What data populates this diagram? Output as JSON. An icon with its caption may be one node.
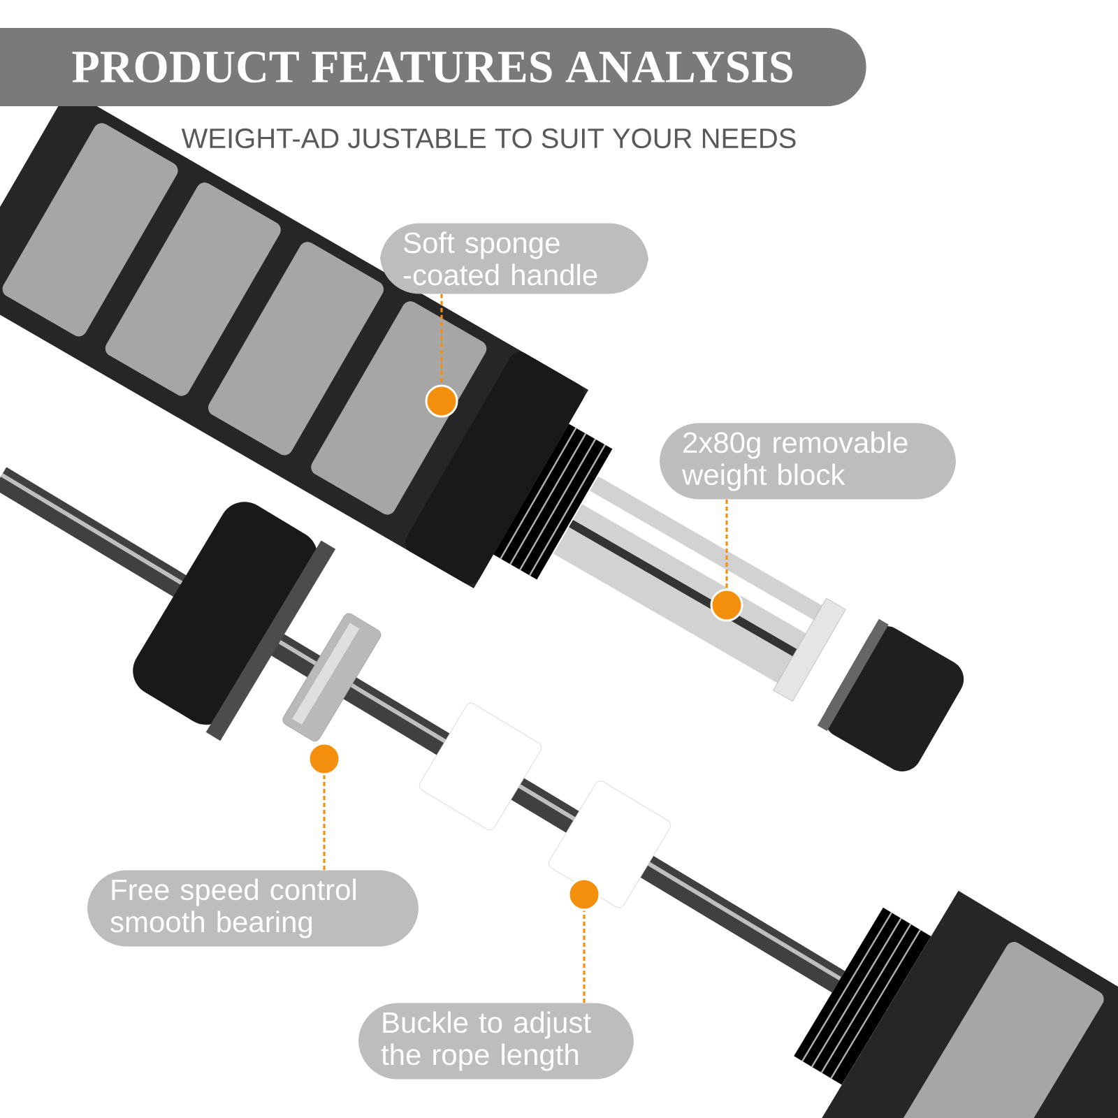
{
  "diagram": {
    "title": "PRODUCT FEATURES  ANALYSIS",
    "labels": [
      "WEIGHT-AD JUSTABLE TO SUIT YOUR NEEDS"
    ],
    "nodes": [
      {
        "text": [
          "Soft sponge -coated handle"
        ]
      },
      {
        "text": [
          "2x80g removable weight block"
        ]
      },
      {
        "text": [
          "Free speed control smooth bearing"
        ]
      },
      {
        "text": [
          "Buckle to adjust the rope length"
        ]
      },
      {
        "text": [],
        "shape": "circle"
      },
      {
        "text": [],
        "shape": "circle"
      },
      {
        "text": [],
        "shape": "circle"
      },
      {
        "text": [],
        "shape": "circle"
      }
    ],
    "edges": [
      {
        "from": 0,
        "to": 4,
        "arrow": "none",
        "style": "dashed"
      },
      {
        "from": 1,
        "to": 5,
        "arrow": "none",
        "style": "dashed"
      },
      {
        "from": 2,
        "to": 6,
        "arrow": "none",
        "style": "dashed"
      },
      {
        "from": 3,
        "to": 7,
        "arrow": "none",
        "style": "dashed"
      }
    ]
  }
}
